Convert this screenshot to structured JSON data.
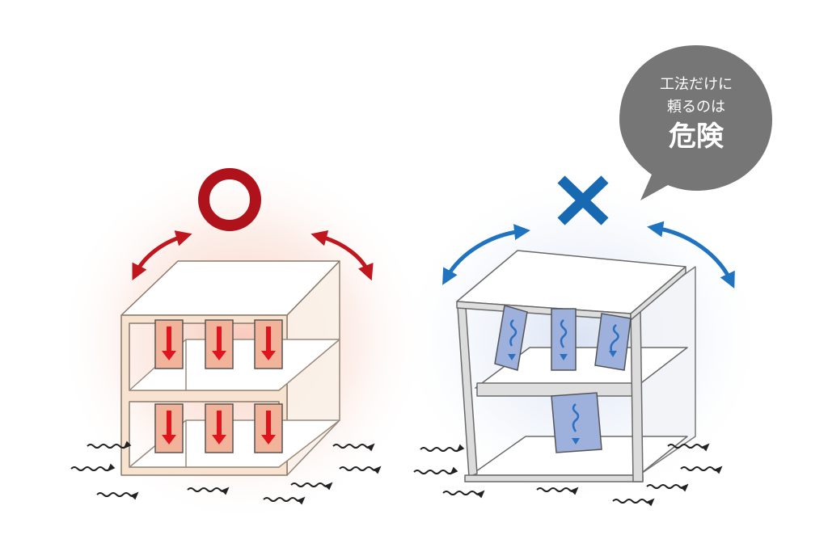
{
  "good_example": {
    "mark": "○",
    "mark_color": "#b0121b",
    "arrow_color": "#c0161d",
    "glow_color": "#f6b9a6",
    "frame_color": "#f7e3cf",
    "panel_color": "#f2b39b",
    "panel_arrow_color": "#e0141d"
  },
  "bad_example": {
    "mark": "×",
    "mark_color": "#1769b2",
    "arrow_color": "#1f73bf",
    "glow_color": "#cbd8ef",
    "frame_color": "#dcdcdc",
    "panel_color": "#9eb1dc",
    "panel_arrow_color": "#2a6fc0"
  },
  "speech_bubble": {
    "line1": "工法だけに",
    "line2": "頼るのは",
    "line3": "危険",
    "color": "#767676"
  },
  "ground_waves": {
    "count": 16
  }
}
